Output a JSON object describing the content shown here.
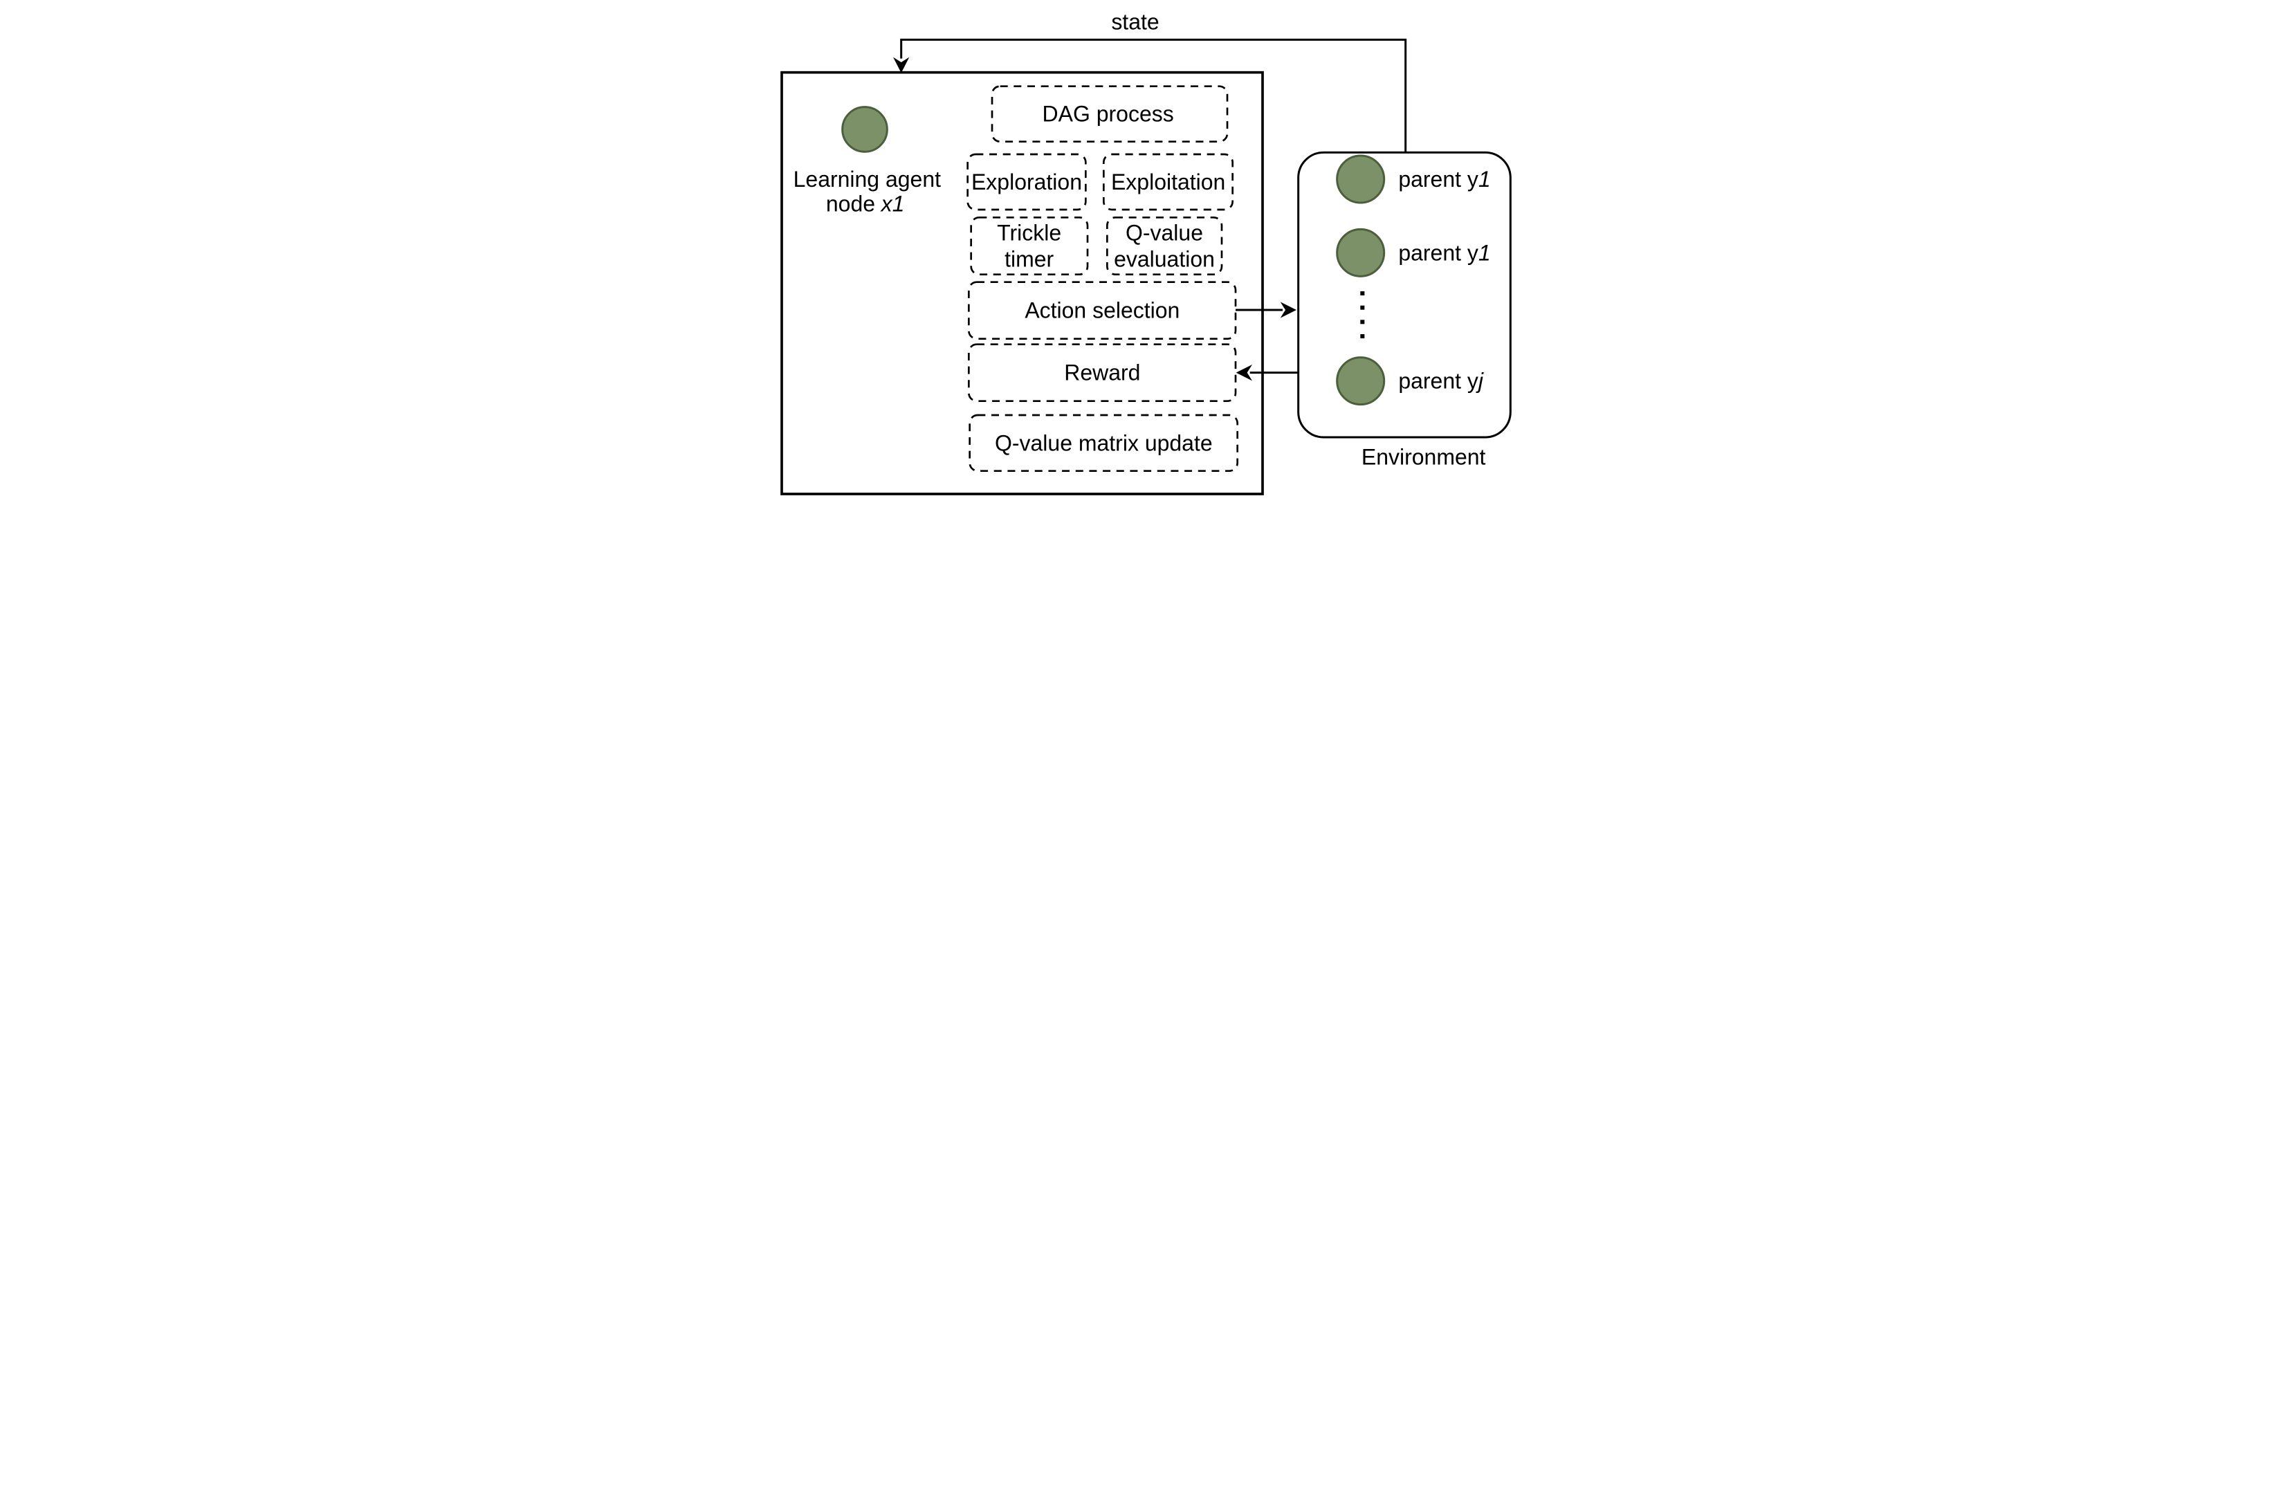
{
  "diagram": {
    "state_label": "state",
    "agent": {
      "label_line1": "Learning agent",
      "label_line2_prefix": "node",
      "label_line2_var": "x1",
      "boxes": {
        "dag_process": "DAG process",
        "exploration": "Exploration",
        "exploitation": "Exploitation",
        "trickle_timer_line1": "Trickle",
        "trickle_timer_line2": "timer",
        "q_value_evaluation_line1": "Q-value",
        "q_value_evaluation_line2": "evaluation",
        "action_selection": "Action selection",
        "reward": "Reward",
        "q_value_matrix_update": "Q-value matrix update"
      }
    },
    "environment": {
      "label": "Environment",
      "parents": [
        {
          "prefix": "parent y",
          "suffix": "1"
        },
        {
          "prefix": "parent y",
          "suffix": "1"
        },
        {
          "prefix": "parent y",
          "suffix": "j"
        }
      ]
    },
    "colors": {
      "node_fill": "#7d9169",
      "node_stroke": "#4b5f3c"
    }
  }
}
